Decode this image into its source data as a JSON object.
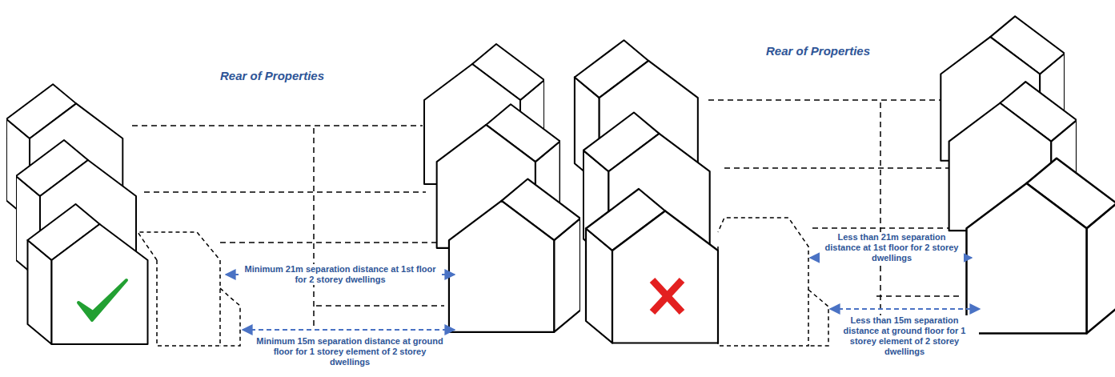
{
  "diagram": {
    "labels": [
      "Rear of Properties",
      "Minimum 21m separation distance at 1st floor for 2 storey dwellings",
      "Minimum 15m separation distance at ground floor for 1 storey element of 2 storey dwellings",
      "Rear of Properties",
      "Less than 21m separation distance at 1st floor for 2 storey dwellings",
      "Less than 15m separation distance at ground floor for 1 storey element of 2 storey dwellings"
    ]
  }
}
